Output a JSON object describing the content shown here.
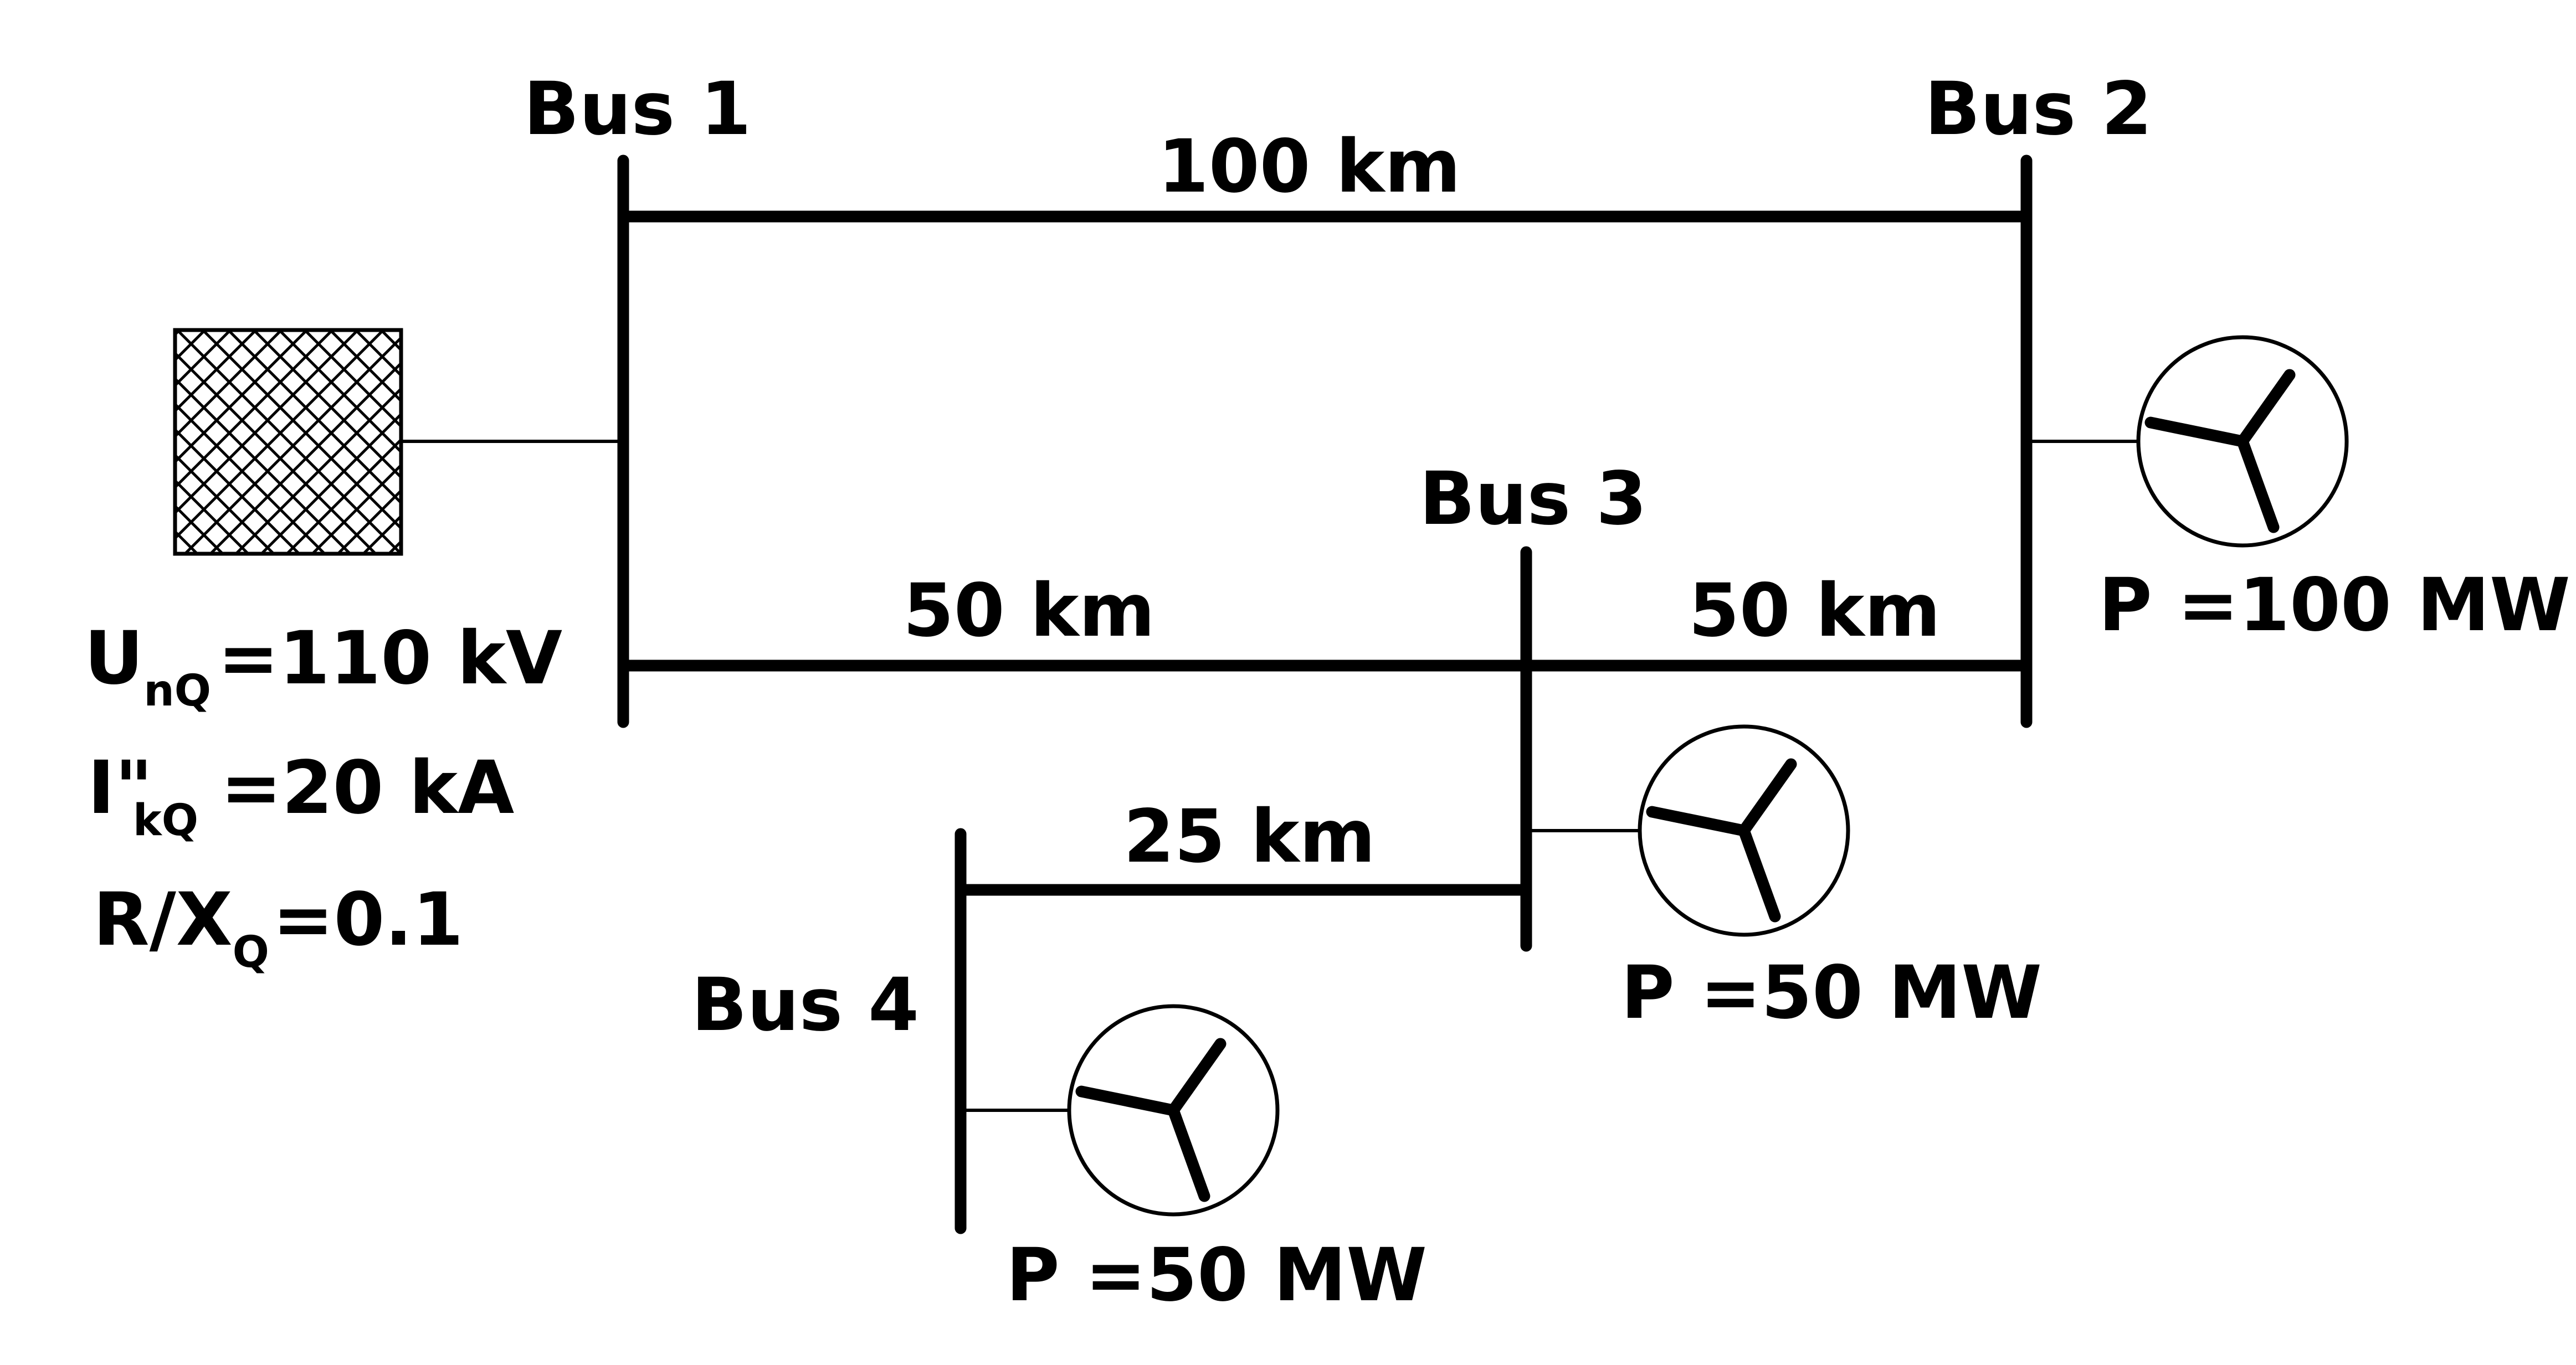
{
  "buses": {
    "bus1": "Bus 1",
    "bus2": "Bus 2",
    "bus3": "Bus 3",
    "bus4": "Bus 4"
  },
  "lines": {
    "l12": "100 km",
    "l13": "50 km",
    "l32": "50 km",
    "l43": "25 km"
  },
  "source": {
    "u_main": "U",
    "u_sub": "nQ",
    "u_val": "=110 kV",
    "i_main": "I\"",
    "i_sub": "kQ",
    "i_val": "=20 kA",
    "r_main": "R/X",
    "r_sub": "Q",
    "r_val": "=0.1"
  },
  "generators": {
    "g2": "P =100 MW",
    "g3": "P =50 MW",
    "g4": "P =50 MW"
  }
}
